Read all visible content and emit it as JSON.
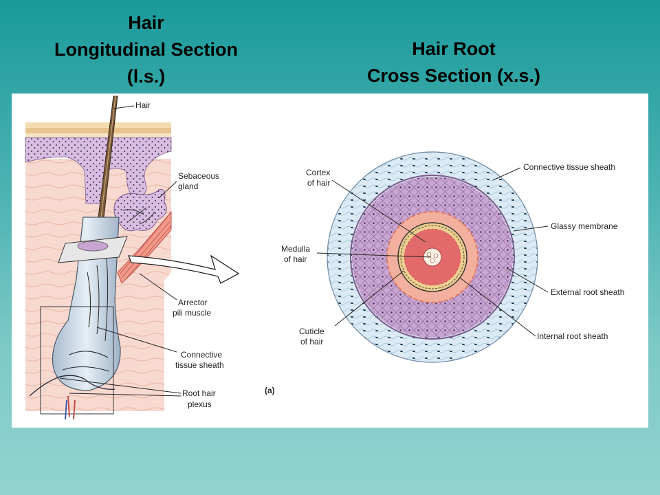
{
  "titles": {
    "left": [
      "Hair",
      "Longitudinal Section",
      "(l.s.)"
    ],
    "right": [
      "Hair Root",
      "Cross Section (x.s.)"
    ]
  },
  "left_labels": {
    "hair": "Hair",
    "sebaceous": [
      "Sebaceous",
      "gland"
    ],
    "arrector": [
      "Arrector",
      "pili muscle"
    ],
    "connective": [
      "Connective",
      "tissue sheath"
    ],
    "root_plexus": [
      "Root hair",
      "plexus"
    ]
  },
  "right_labels": {
    "cortex": [
      "Cortex",
      "of hair"
    ],
    "medulla": [
      "Medulla",
      "of hair"
    ],
    "cuticle": [
      "Cuticle",
      "of hair"
    ],
    "connective": "Connective tissue sheath",
    "glassy": "Glassy membrane",
    "external": "External root sheath",
    "internal": "Internal root sheath"
  },
  "panel_tag": "(a)"
}
